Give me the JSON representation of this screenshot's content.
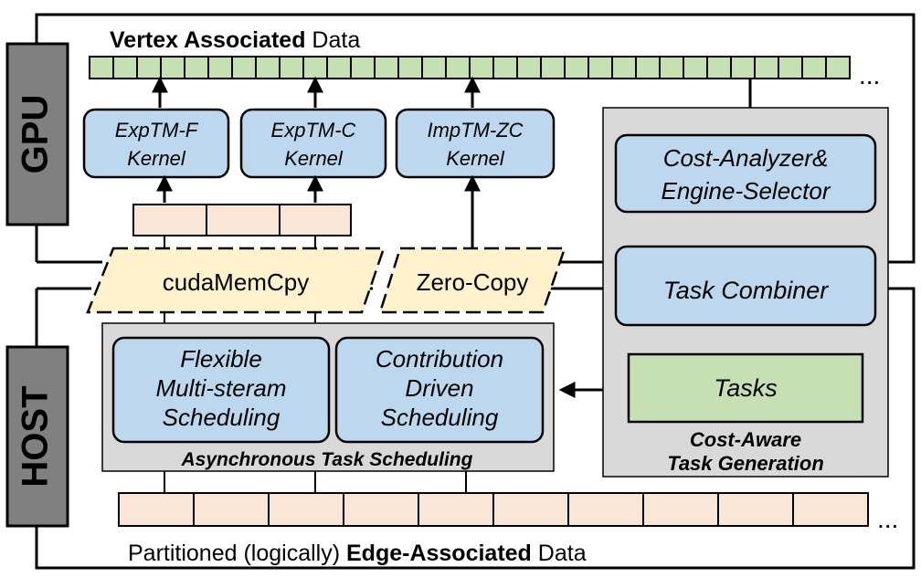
{
  "gpu_label": "GPU",
  "host_label": "HOST",
  "vertex_title": {
    "bold": "Vertex Associated",
    "rest": " Data"
  },
  "vertex_ellipsis": "...",
  "edge_title": {
    "pre": "Partitioned (logically) ",
    "bold": "Edge-Associated",
    "rest": " Data"
  },
  "edge_ellipsis": "...",
  "kernels": [
    {
      "line1": "ExpTM-F",
      "line2": "Kernel"
    },
    {
      "line1": "ExpTM-C",
      "line2": "Kernel"
    },
    {
      "line1": "ImpTM-ZC",
      "line2": "Kernel"
    }
  ],
  "transfer": {
    "memcpy": "cudaMemCpy",
    "zerocopy": "Zero-Copy"
  },
  "scheduling": {
    "title": "Asynchronous Task Scheduling",
    "flexible": [
      "Flexible",
      "Multi-steram",
      "Scheduling"
    ],
    "contribution": [
      "Contribution",
      "Driven",
      "Scheduling"
    ]
  },
  "task_generation": {
    "title": [
      "Cost-Aware",
      "Task Generation"
    ],
    "analyzer": [
      "Cost-Analyzer&",
      "Engine-Selector"
    ],
    "combiner": "Task Combiner",
    "tasks": "Tasks"
  },
  "colors": {
    "green": "#c6e0b4",
    "blue": "#bdd7ee",
    "peach": "#fbe5d6",
    "yellow": "#fff2cc",
    "gray": "#d9d9d9",
    "dark_gray": "#808080"
  }
}
